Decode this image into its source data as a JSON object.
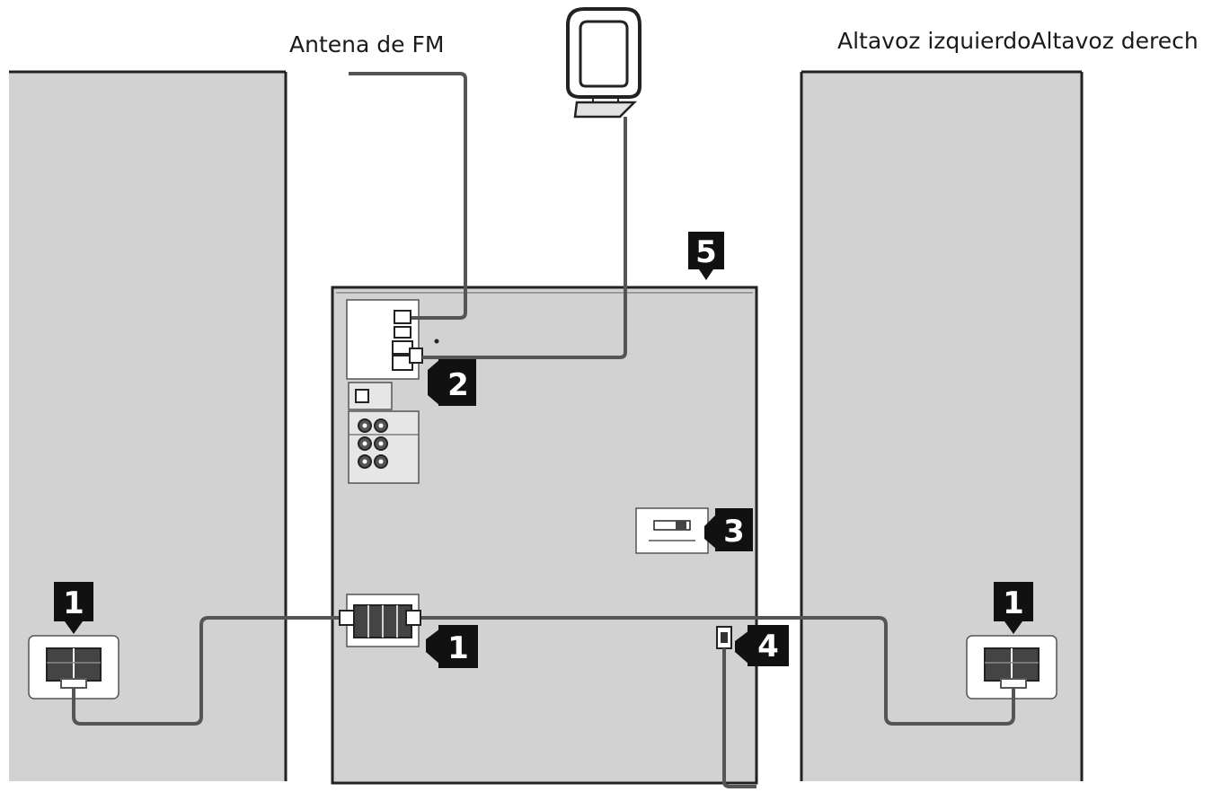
{
  "labels": {
    "fm_antenna": "Antena de FM",
    "speakers_header": "Altavoz izquierdoAltavoz derech"
  },
  "callouts": {
    "c1_left": "1",
    "c1_center": "1",
    "c1_right": "1",
    "c2": "2",
    "c3": "3",
    "c4": "4",
    "c5": "5"
  },
  "colors": {
    "panel_gray": "#d2d2d2",
    "outline": "#333333",
    "callout_bg": "#111111",
    "cable": "#555555"
  }
}
